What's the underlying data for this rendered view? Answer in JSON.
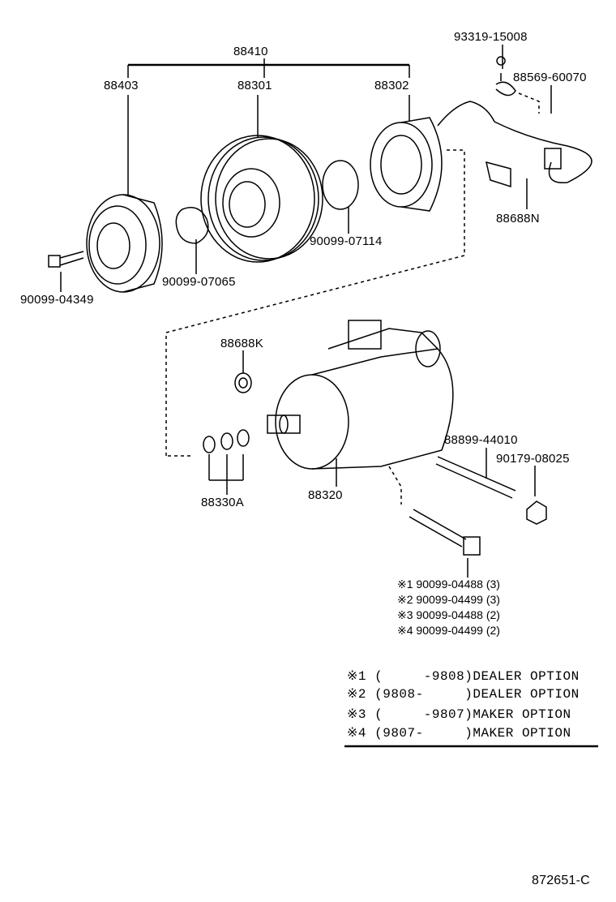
{
  "diagram_id": "872651-C",
  "labels": {
    "assembly": "88410",
    "clutch_hub": "88403",
    "pulley": "88301",
    "stator": "88302",
    "screw_top": "93319-15008",
    "clamp": "88569-60070",
    "bracket_n": "88688N",
    "snap_ring_outer": "90099-07114",
    "snap_ring_inner": "90099-07065",
    "bolt_hub": "90099-04349",
    "valve_k": "88688K",
    "o_rings": "88330A",
    "compressor": "88320",
    "stud_bolt": "88899-44010",
    "nut": "90179-08025"
  },
  "fasteners": [
    {
      "mark": "※1",
      "part": "90099-04488",
      "qty": "(3)"
    },
    {
      "mark": "※2",
      "part": "90099-04499",
      "qty": "(3)"
    },
    {
      "mark": "※3",
      "part": "90099-04488",
      "qty": "(2)"
    },
    {
      "mark": "※4",
      "part": "90099-04499",
      "qty": "(2)"
    }
  ],
  "notes": [
    {
      "mark": "※1",
      "range": "(     -9808)",
      "text": "DEALER OPTION"
    },
    {
      "mark": "※2",
      "range": "(9808-     )",
      "text": "DEALER OPTION"
    },
    {
      "mark": "※3",
      "range": "(     -9807)",
      "text": "MAKER OPTION"
    },
    {
      "mark": "※4",
      "range": "(9807-     )",
      "text": "MAKER OPTION"
    }
  ]
}
